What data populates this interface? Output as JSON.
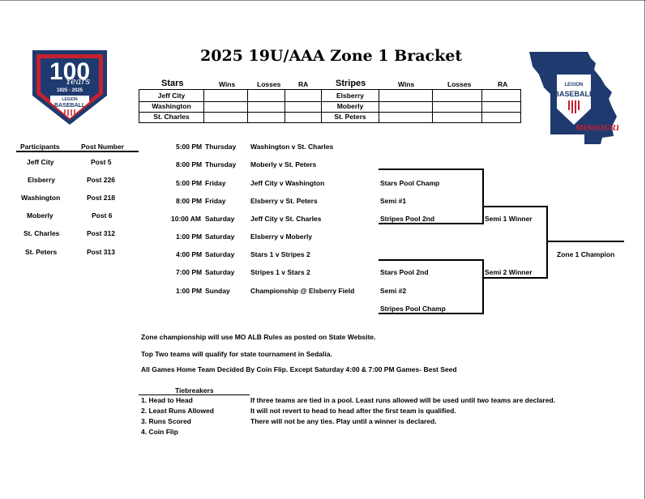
{
  "title": "2025 19U/AAA Zone 1 Bracket",
  "logos": {
    "left": {
      "number": "100",
      "word": "Years",
      "dates": "1925 - 2025",
      "org": "LEGION",
      "sport": "BASEBALL"
    },
    "right": {
      "org": "LEGION",
      "sport": "BASEBALL",
      "state": "MISSOURI"
    }
  },
  "pools": {
    "stars": {
      "name": "Stars",
      "columns": [
        "Wins",
        "Losses",
        "RA"
      ],
      "teams": [
        "Jeff City",
        "Washington",
        "St. Charles"
      ]
    },
    "stripes": {
      "name": "Stripes",
      "columns": [
        "Wins",
        "Losses",
        "RA"
      ],
      "teams": [
        "Elsberry",
        "Moberly",
        "St. Peters"
      ]
    }
  },
  "participants": {
    "headers": [
      "Participants",
      "Post Number"
    ],
    "rows": [
      [
        "Jeff City",
        "Post 5"
      ],
      [
        "Elsberry",
        "Post 226"
      ],
      [
        "Washington",
        "Post 218"
      ],
      [
        "Moberly",
        "Post 6"
      ],
      [
        "St. Charles",
        "Post 312"
      ],
      [
        "St. Peters",
        "Post 313"
      ]
    ]
  },
  "schedule": [
    {
      "time": "5:00 PM",
      "day": "Thursday",
      "game": "Washington v St. Charles"
    },
    {
      "time": "8:00 PM",
      "day": "Thursday",
      "game": "Moberly v St. Peters"
    },
    {
      "time": "5:00 PM",
      "day": "Friday",
      "game": "Jeff City v Washington"
    },
    {
      "time": "8:00 PM",
      "day": "Friday",
      "game": "Elsberry v St. Peters"
    },
    {
      "time": "10:00 AM",
      "day": "Saturday",
      "game": "Jeff City v St. Charles"
    },
    {
      "time": "1:00 PM",
      "day": "Saturday",
      "game": "Elsberry v Moberly"
    },
    {
      "time": "4:00 PM",
      "day": "Saturday",
      "game": "Stars 1 v Stripes 2"
    },
    {
      "time": "7:00 PM",
      "day": "Saturday",
      "game": "Stripes 1 v Stars 2"
    },
    {
      "time": "1:00 PM",
      "day": "Sunday",
      "game": "Championship @ Elsberry Field"
    }
  ],
  "bracket": {
    "semi1": [
      "Stars Pool Champ",
      "Semi #1",
      "Stripes Pool 2nd"
    ],
    "semi2": [
      "Stars Pool 2nd",
      "Semi #2",
      "Stripes Pool Champ"
    ],
    "semi1_winner": "Semi 1 Winner",
    "semi2_winner": "Semi 2 Winner",
    "champion": "Zone 1 Champion"
  },
  "notes": [
    "Zone championship will use MO ALB Rules as posted on State Website.",
    "Top Two teams will qualify for state tournament in Sedalia.",
    "All Games Home Team Decided By Coin Flip. Except Saturday 4:00 & 7:00 PM Games- Best Seed"
  ],
  "tiebreakers": {
    "heading": "Tiebreakers",
    "items": [
      "1.  Head to Head",
      "2.  Least Runs Allowed",
      "3.  Runs Scored",
      "4.  Coin Flip"
    ],
    "explanation": [
      "If three teams are tied in a pool.  Least runs allowed will be used until two teams are declared.",
      "It will not revert to head to head after the first team is qualified.",
      "There will not be any ties.  Play until a winner is declared."
    ]
  },
  "colors": {
    "navy": "#1f3a6e",
    "red": "#c8202f"
  }
}
